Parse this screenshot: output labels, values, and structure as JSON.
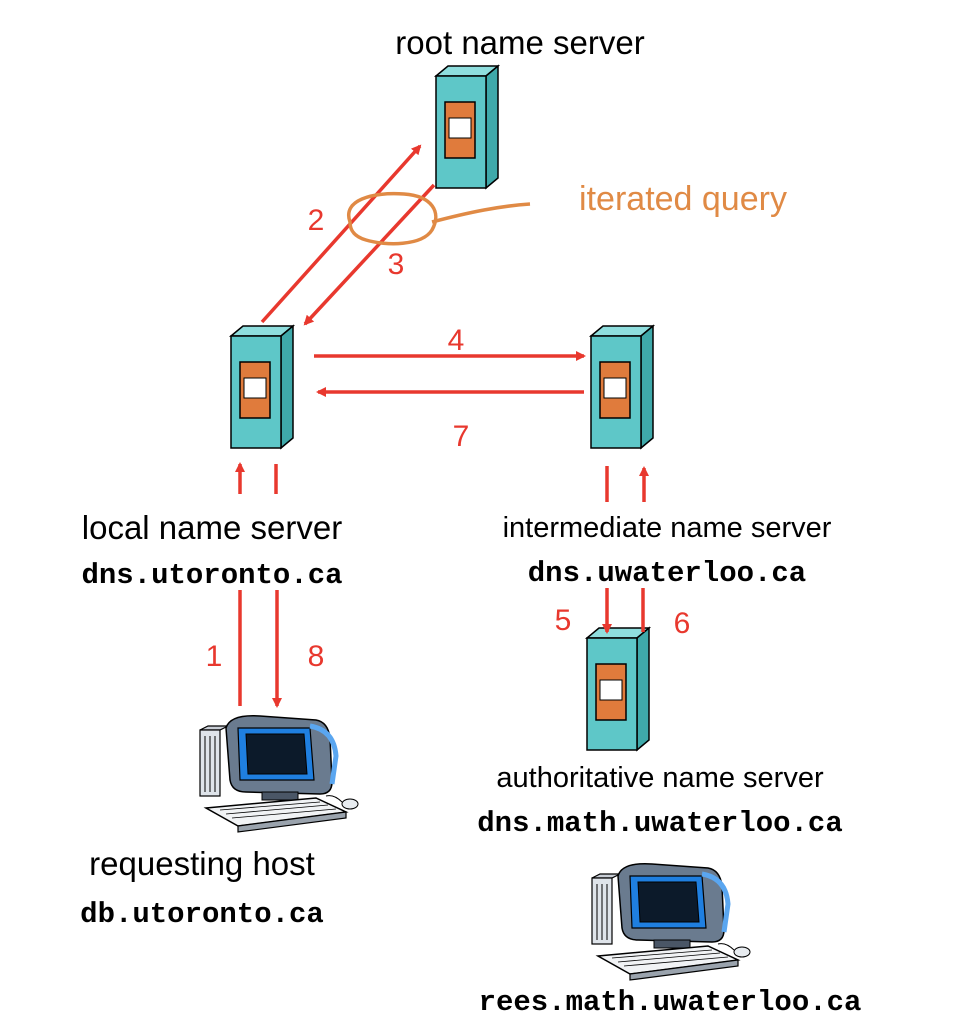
{
  "colors": {
    "arrow": "#e8382e",
    "annotation": "#e08a45",
    "server_front": "#5ec7c8",
    "server_top": "#8fdede",
    "server_side": "#3fa9aa",
    "server_panel": "#e07b3c",
    "outline": "#000000"
  },
  "nodes": {
    "root": {
      "label": "root name server"
    },
    "local": {
      "label": "local name server",
      "host": "dns.utoronto.ca"
    },
    "intermediate": {
      "label": "intermediate name server",
      "host": "dns.uwaterloo.ca"
    },
    "authoritative": {
      "label": "authoritative name server",
      "host": "dns.math.uwaterloo.ca"
    },
    "requesting": {
      "label": "requesting host",
      "host": "db.utoronto.ca"
    },
    "target": {
      "host": "rees.math.uwaterloo.ca"
    }
  },
  "annotation": {
    "label": "iterated query"
  },
  "steps": [
    "1",
    "2",
    "3",
    "4",
    "5",
    "6",
    "7",
    "8"
  ],
  "icons": {
    "server": "server-icon",
    "computer": "desktop-computer-icon"
  }
}
